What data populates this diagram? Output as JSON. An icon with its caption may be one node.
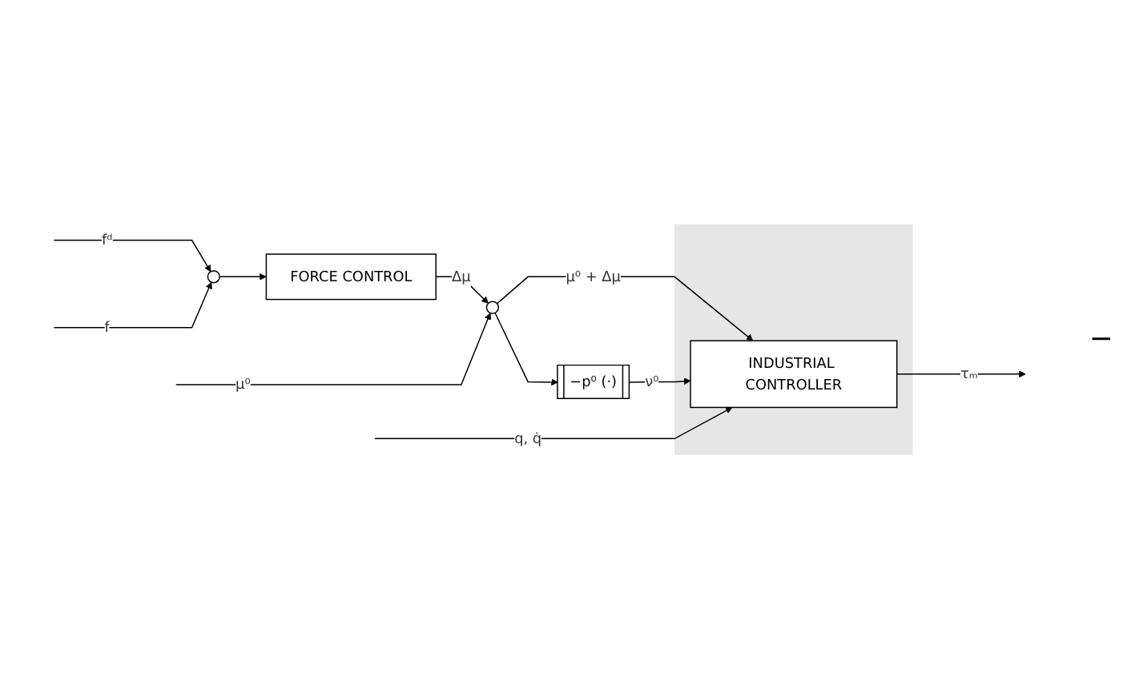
{
  "diagram": {
    "nodes": [
      {
        "text": [
          "FORCE CONTROL"
        ]
      },
      {
        "text": [],
        "shape": "circle"
      },
      {
        "text": [],
        "shape": "circle"
      },
      {
        "text": [],
        "shape": "box"
      },
      {
        "text": [
          "INDUSTRIAL CONTROLLER"
        ],
        "in": 3
      },
      {
        "text": [
          "−p⁰ (·)"
        ]
      }
    ],
    "edges": [
      {
        "from": null,
        "to": 1,
        "arrow": "to",
        "label": "fᵈ"
      },
      {
        "from": null,
        "to": 1,
        "arrow": "to",
        "label": "f"
      },
      {
        "from": 1,
        "to": 0,
        "arrow": "to"
      },
      {
        "from": 0,
        "to": 2,
        "arrow": "to",
        "label": "Δμ"
      },
      {
        "from": null,
        "to": 2,
        "arrow": "to",
        "label": "μ⁰"
      },
      {
        "from": 2,
        "to": 4,
        "arrow": "to",
        "label": "μ⁰ + Δμ"
      },
      {
        "from": 2,
        "to": 5,
        "arrow": "to"
      },
      {
        "from": 5,
        "to": 4,
        "arrow": "to",
        "label": "ν⁰"
      },
      {
        "from": null,
        "to": 4,
        "arrow": "to",
        "label": "q, q̇"
      },
      {
        "from": 4,
        "to": null,
        "arrow": "to",
        "label": "τₘ"
      }
    ],
    "labels": [
      "−"
    ]
  }
}
